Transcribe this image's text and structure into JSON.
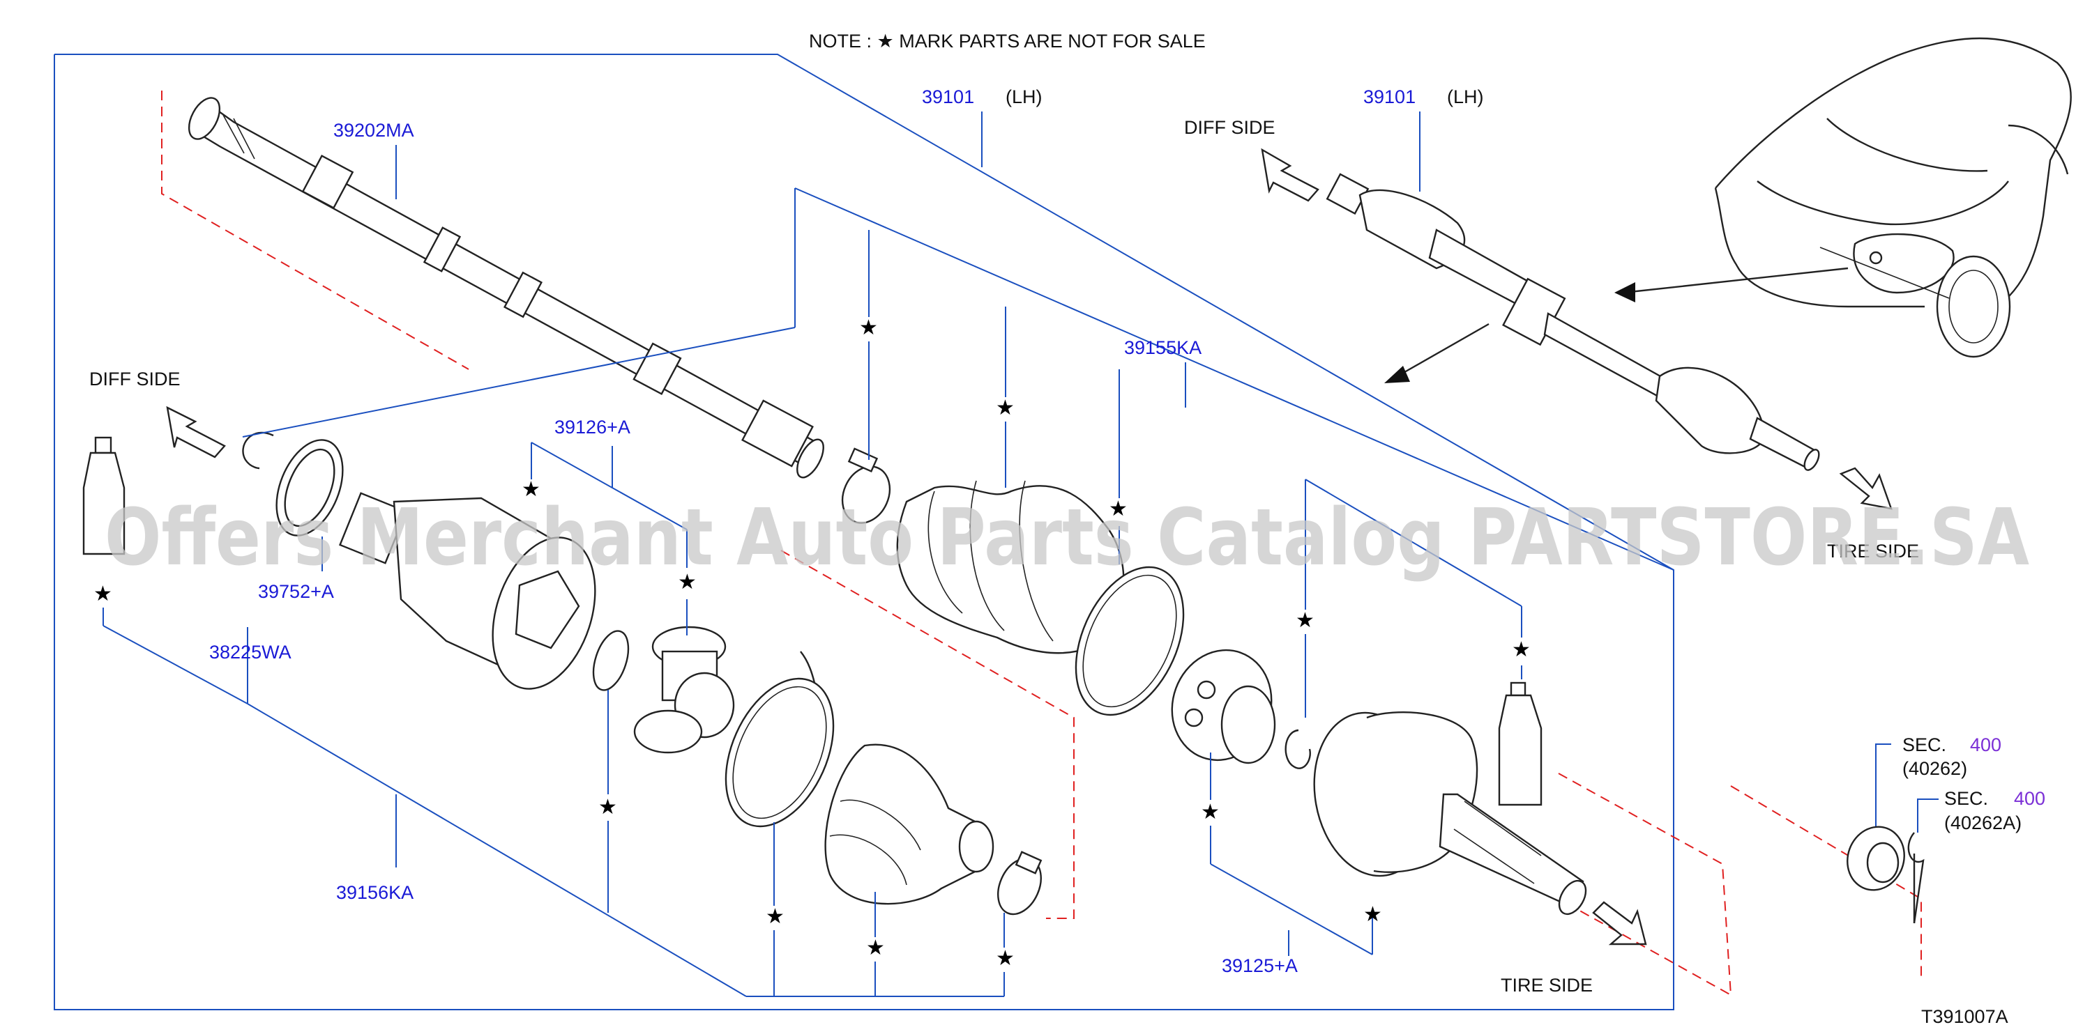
{
  "note": {
    "text": "NOTE  :  ★  MARK  PARTS  ARE  NOT  FOR  SALE"
  },
  "labels": {
    "shaft_lh_1": {
      "num": "39101",
      "suffix": "(LH)"
    },
    "shaft_lh_2": {
      "num": "39101",
      "suffix": "(LH)"
    },
    "shaft_inner": "39202MA",
    "boot_kit_outer": "39155KA",
    "joint_kit_inner": "39126+A",
    "seal_ring": "39752+A",
    "plug": "38225WA",
    "boot_kit_inner": "39156KA",
    "joint_kit_outer": "39125+A",
    "sec_nut": {
      "prefix": "SEC.",
      "num": "400",
      "ref": "(40262)"
    },
    "sec_pin": {
      "prefix": "SEC.",
      "num": "400",
      "ref": "(40262A)"
    }
  },
  "sides": {
    "diff_left": "DIFF   SIDE",
    "diff_top": "DIFF   SIDE",
    "tire_bottom": "TIRE   SIDE",
    "tire_right": "TIRE  SIDE"
  },
  "star_glyph": "★",
  "watermark": "Offers Merchant Auto Parts Catalog PARTSTORE.SA",
  "diagram_code": "T391007A",
  "colors": {
    "part_number": "#1a1ad6",
    "section_number": "#7b2fd6",
    "leader": "#1a4fbf",
    "dashed": "#e02020"
  }
}
